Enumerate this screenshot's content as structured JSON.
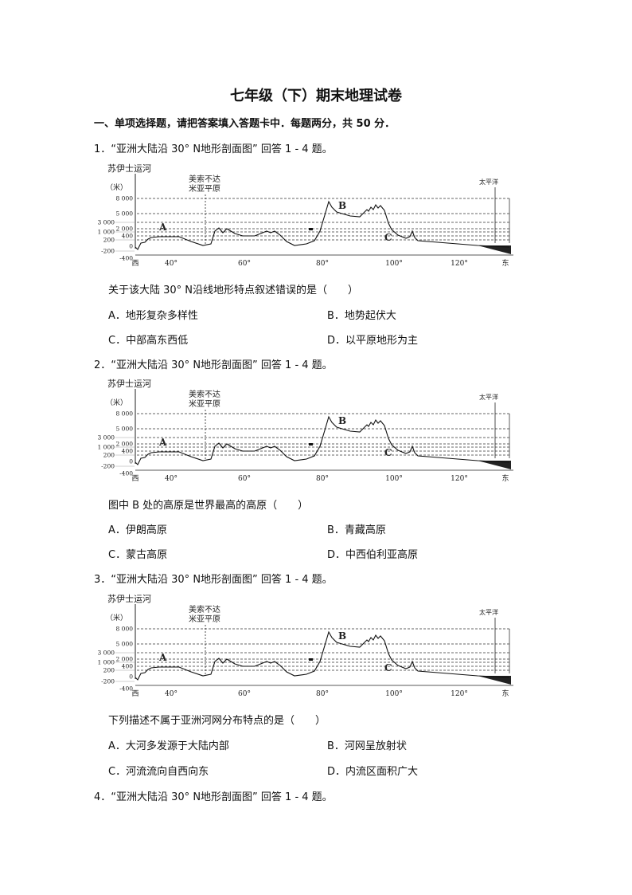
{
  "title": "七年级（下）期末地理试卷",
  "section": "一、单项选择题，请把答案填入答题卡中．每题两分，共 50 分．",
  "diagram": {
    "top_label": "苏伊士运河",
    "unit": "（米）",
    "mesopotamia": [
      "美索不达",
      "米亚平原"
    ],
    "pacific": "太平洋",
    "y_ticks": [
      "8 000",
      "5 000",
      "3 000",
      "2 000",
      "1 000",
      "400",
      "200",
      "0",
      "-200",
      "-400"
    ],
    "x_ticks": [
      "西",
      "40°",
      "60°",
      "80°",
      "100°",
      "120°",
      "东"
    ],
    "points": [
      "A",
      "B",
      "C"
    ]
  },
  "questions": [
    {
      "lead": "1．“亚洲大陆沿 30° N地形剖面图” 回答 1 - 4 题。",
      "stem": "关于该大陆 30° N沿线地形特点叙述错误的是（　　）",
      "options": [
        "A．地形复杂多样性",
        "B．地势起伏大",
        "C．中部高东西低",
        "D．以平原地形为主"
      ]
    },
    {
      "lead": "2．“亚洲大陆沿 30° N地形剖面图” 回答 1 - 4 题。",
      "stem": "图中 B 处的高原是世界最高的高原（　　）",
      "options": [
        "A．伊朗高原",
        "B．青藏高原",
        "C．蒙古高原",
        "D．中西伯利亚高原"
      ]
    },
    {
      "lead": "3．“亚洲大陆沿 30° N地形剖面图” 回答 1 - 4 题。",
      "stem": "下列描述不属于亚洲河网分布特点的是（　　）",
      "options": [
        "A．大河多发源于大陆内部",
        "B．河网呈放射状",
        "C．河流流向自西向东",
        "D．内流区面积广大"
      ]
    },
    {
      "lead": "4．“亚洲大陆沿 30° N地形剖面图” 回答 1 - 4 题。"
    }
  ]
}
